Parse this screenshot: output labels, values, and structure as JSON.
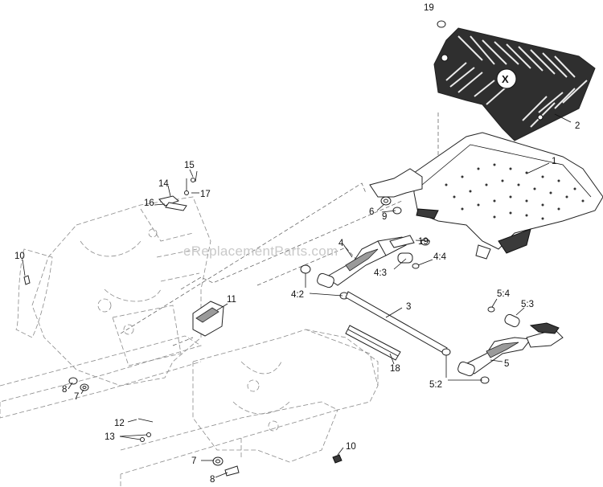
{
  "watermark": "eReplacementParts.com",
  "callouts": [
    {
      "id": "c19a",
      "text": "19"
    },
    {
      "id": "c2",
      "text": "2"
    },
    {
      "id": "c1",
      "text": "1"
    },
    {
      "id": "c6",
      "text": "6"
    },
    {
      "id": "c9",
      "text": "9"
    },
    {
      "id": "c4",
      "text": "4"
    },
    {
      "id": "c19b",
      "text": "19"
    },
    {
      "id": "c44",
      "text": "4:4"
    },
    {
      "id": "c43",
      "text": "4:3"
    },
    {
      "id": "c42",
      "text": "4:2"
    },
    {
      "id": "c3",
      "text": "3"
    },
    {
      "id": "c18",
      "text": "18"
    },
    {
      "id": "c54",
      "text": "5:4"
    },
    {
      "id": "c53",
      "text": "5:3"
    },
    {
      "id": "c5",
      "text": "5"
    },
    {
      "id": "c52",
      "text": "5:2"
    },
    {
      "id": "c15",
      "text": "15"
    },
    {
      "id": "c14",
      "text": "14"
    },
    {
      "id": "c17",
      "text": "17"
    },
    {
      "id": "c16",
      "text": "16"
    },
    {
      "id": "c10a",
      "text": "10"
    },
    {
      "id": "c11",
      "text": "11"
    },
    {
      "id": "c8a",
      "text": "8"
    },
    {
      "id": "c7a",
      "text": "7"
    },
    {
      "id": "c12",
      "text": "12"
    },
    {
      "id": "c13",
      "text": "13"
    },
    {
      "id": "c10b",
      "text": "10"
    },
    {
      "id": "c7b",
      "text": "7"
    },
    {
      "id": "c8b",
      "text": "8"
    }
  ]
}
